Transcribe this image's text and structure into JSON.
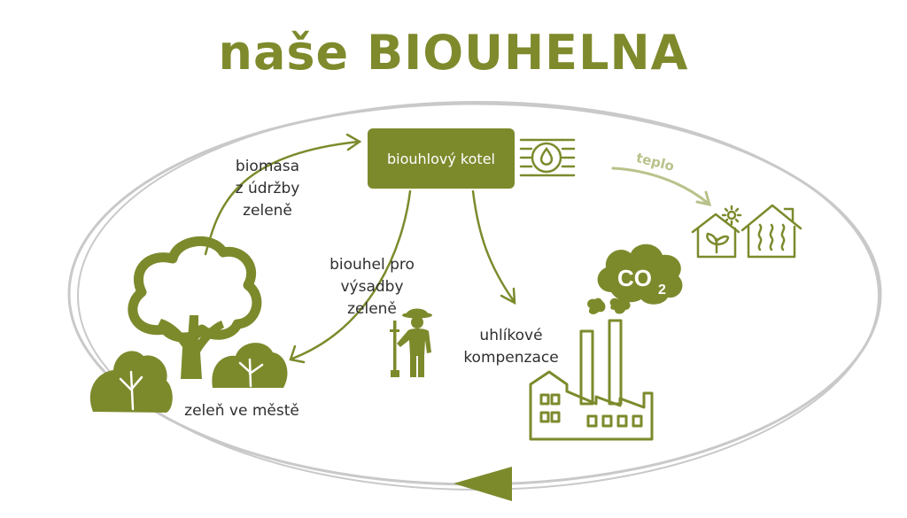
{
  "title": {
    "prefix": "naše ",
    "main": "BIOUHELNA"
  },
  "boiler": {
    "label": "biouhlový kotel"
  },
  "labels": {
    "biomass": [
      "biomasa",
      "z údržby",
      "zeleně"
    ],
    "biochar": [
      "biouhel pro",
      "výsadby",
      "zeleně"
    ],
    "carbon": [
      "uhlíkové",
      "kompenzace"
    ],
    "city_green": "zeleň ve městě",
    "heat": "teplo",
    "co2": "CO",
    "co2_sub": "2"
  },
  "colors": {
    "accent": "#7d8a2c",
    "light_accent": "#b9c28a",
    "ring": "#c9c9c9",
    "text": "#2f2f2f"
  }
}
